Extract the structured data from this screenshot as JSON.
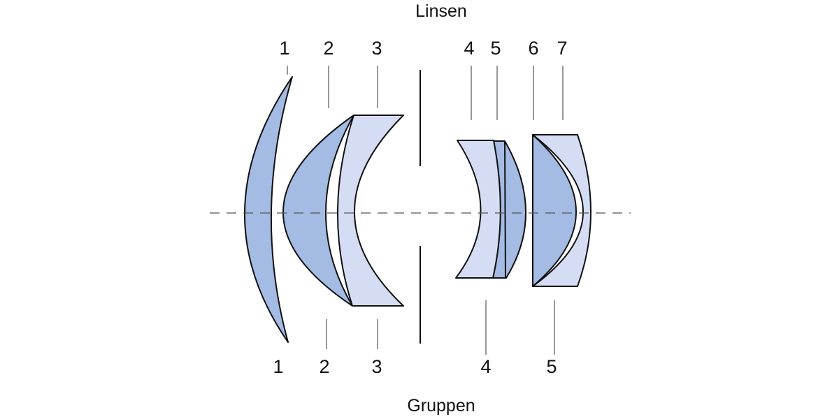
{
  "title_top": "Linsen",
  "title_bottom": "Gruppen",
  "lens_labels": [
    "1",
    "2",
    "3",
    "4",
    "5",
    "6",
    "7"
  ],
  "group_labels": [
    "1",
    "2",
    "3",
    "4",
    "5"
  ],
  "colors": {
    "lens_dark": "#a4bbe3",
    "lens_light": "#d4ddf3",
    "outline": "#111111",
    "axis": "#555555"
  }
}
